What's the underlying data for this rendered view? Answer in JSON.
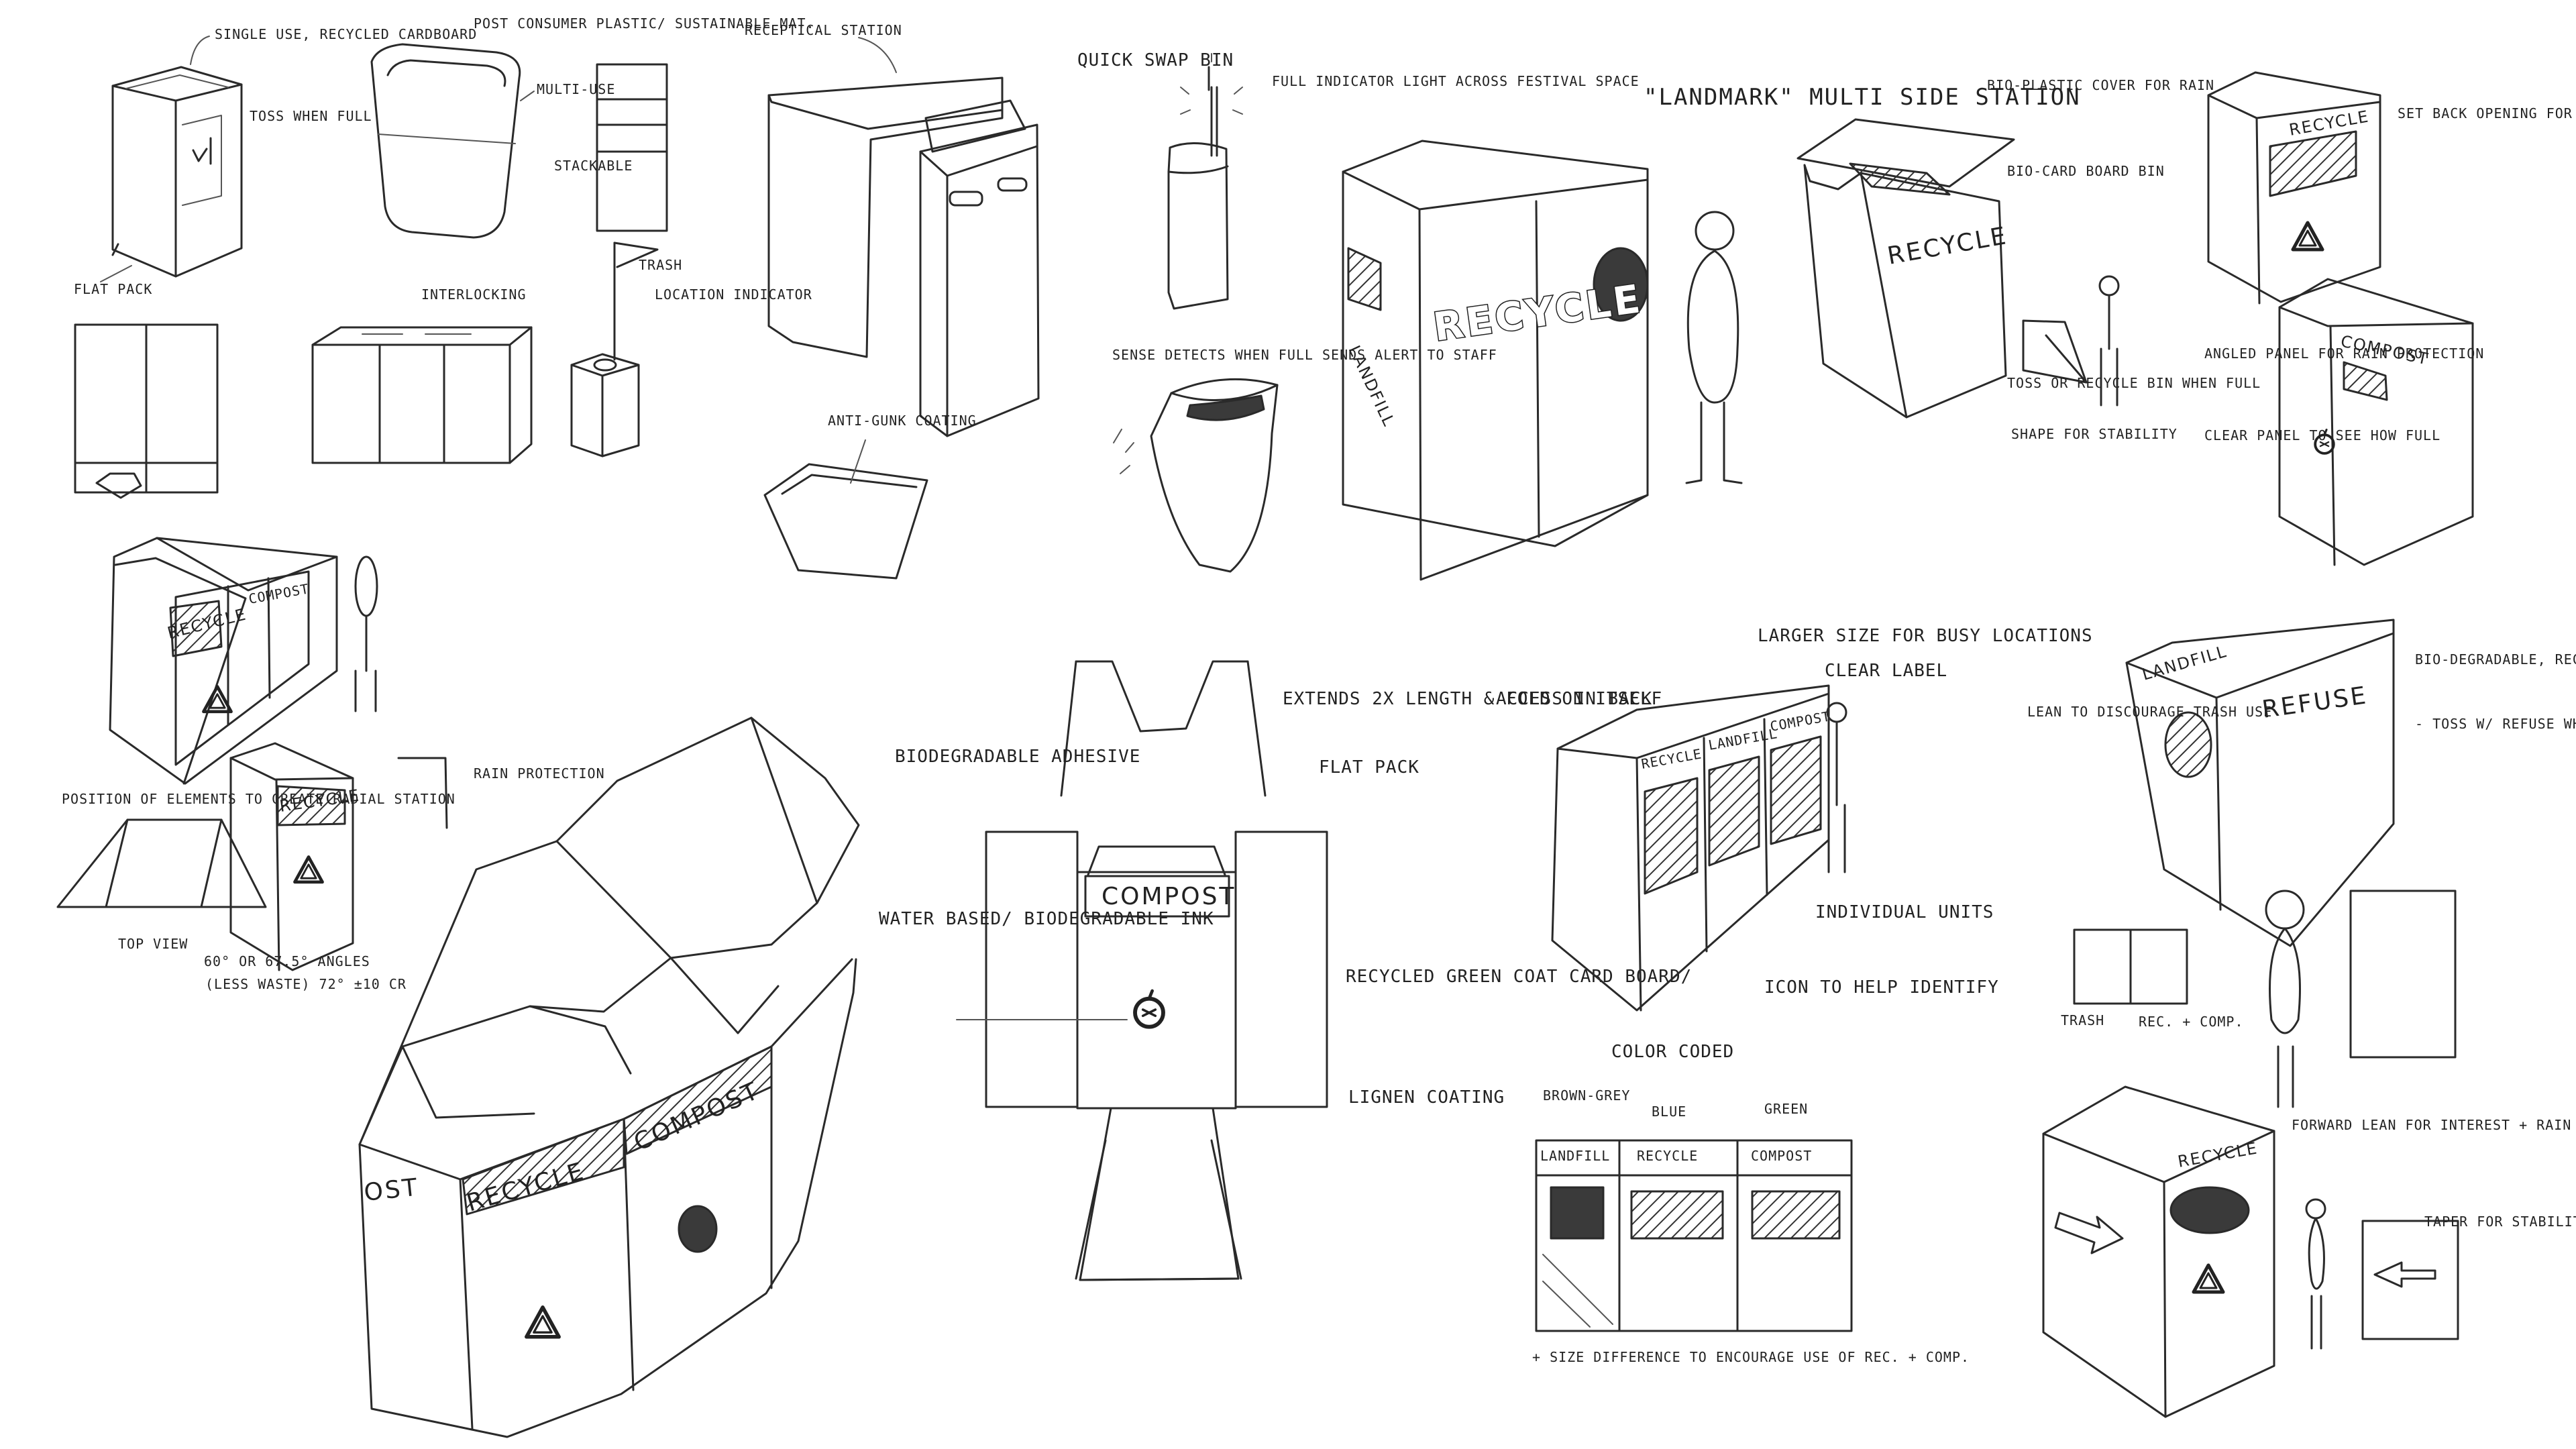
{
  "notes": {
    "n01": "SINGLE USE, RECYCLED CARDBOARD",
    "n02": "TOSS WHEN FULL",
    "n03": "FLAT PACK",
    "n04": "POST CONSUMER PLASTIC/ SUSTAINABLE MAT.",
    "n05": "MULTI-USE",
    "n06": "STACKABLE",
    "n07": "INTERLOCKING",
    "n08": "LOCATION INDICATOR",
    "n09": "RECEPTICAL STATION",
    "n10": "QUICK SWAP BIN",
    "n11": "FULL INDICATOR LIGHT ACROSS FESTIVAL SPACE",
    "n12": "SENSE DETECTS WHEN FULL SENDS ALERT TO STAFF",
    "n13": "ANTI-GUNK COATING",
    "n14": "\"LANDMARK\" MULTI SIDE STATION",
    "n15": "BIO-PLASTIC COVER FOR RAIN",
    "n16": "BIO-CARD BOARD BIN",
    "n17": "TOSS OR RECYCLE BIN WHEN FULL",
    "n18": "SHAPE FOR STABILITY",
    "n19": "SET BACK OPENING FOR RAIN PROTECTION",
    "n20": "ANGLED PANEL FOR RAIN PROTECTION",
    "n21": "CLEAR PANEL TO SEE HOW FULL",
    "n22": "RAIN PROTECTION",
    "n23": "POSITION OF ELEMENTS TO CREATE RADIAL STATION",
    "n24": "TOP VIEW",
    "n25": "60° OR 67.5° ANGLES",
    "n26": "(LESS WASTE) 72° ±10 CR",
    "n27": "EXTENDS 2X LENGTH & FOLD ON ITSELF",
    "n28": "BIODEGRADABLE ADHESIVE",
    "n29": "FLAT PACK",
    "n30": "WATER BASED/ BIODEGRADABLE INK",
    "n31": "RECYCLED GREEN COAT CARD BOARD/",
    "n32": "LIGNEN COATING",
    "n33": "LARGER SIZE FOR BUSY LOCATIONS",
    "n34": "CLEAR LABEL",
    "n35": "ACCESS IN BACK",
    "n36": "INDIVIDUAL UNITS",
    "n37": "ICON TO HELP IDENTIFY",
    "n38": "COLOR CODED",
    "n39": "BROWN-GREY",
    "n40": "BLUE",
    "n41": "GREEN",
    "n42": "+ SIZE DIFFERENCE TO ENCOURAGE USE OF REC. + COMP.",
    "n43": "LEAN TO DISCOURAGE TRASH USE",
    "n44": "BIO-DEGRADABLE, RECYCLABLE MTL.",
    "n45": "- TOSS W/ REFUSE WHEN FULL",
    "n46": "TRASH",
    "n47": "REC. + COMP.",
    "n48": "FORWARD LEAN FOR INTEREST + RAIN COVER",
    "n49": "TAPER FOR STABILITY",
    "n50": "TRASH"
  },
  "labels": {
    "recycle": "RECYCLE",
    "compost": "COMPOST",
    "landfill": "LANDFILL",
    "refuse": "REFUSE",
    "compost_partial": "OST"
  },
  "colors": {
    "ink": "#2a2a2a",
    "paper": "#ffffff"
  }
}
